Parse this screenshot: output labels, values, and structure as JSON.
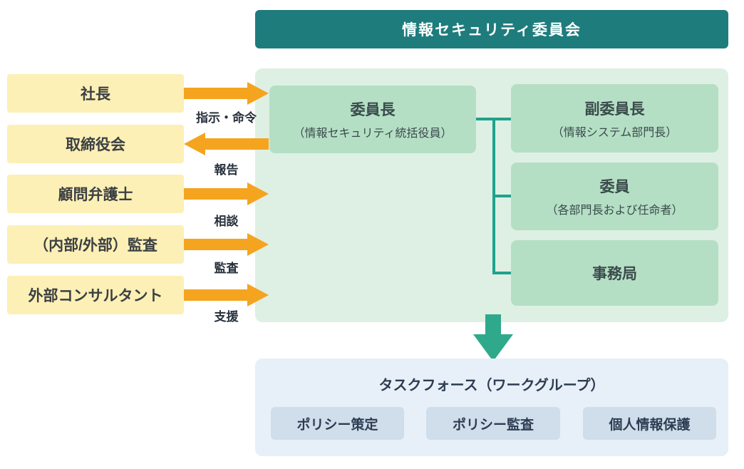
{
  "title": "情報セキュリティ委員会",
  "external_stakeholders": {
    "items": [
      {
        "label": "社長",
        "flow": {
          "direction": "right",
          "label": "指示・命令"
        }
      },
      {
        "label": "取締役会",
        "flow": {
          "direction": "left",
          "label": "報告"
        }
      },
      {
        "label": "顧問弁護士",
        "flow": {
          "direction": "right",
          "label": "相談"
        }
      },
      {
        "label": "（内部/外部）監査",
        "flow": {
          "direction": "right",
          "label": "監査"
        }
      },
      {
        "label": "外部コンサルタント",
        "flow": {
          "direction": "right",
          "label": "支援"
        }
      }
    ]
  },
  "committee": {
    "chair": {
      "title": "委員長",
      "subtitle": "（情報セキュリティ統括役員）"
    },
    "members": [
      {
        "title": "副委員長",
        "subtitle": "（情報システム部門長）"
      },
      {
        "title": "委員",
        "subtitle": "（各部門長および任命者）"
      },
      {
        "title": "事務局",
        "subtitle": ""
      }
    ]
  },
  "taskforce": {
    "title": "タスクフォース（ワークグループ）",
    "groups": [
      "ポリシー策定",
      "ポリシー監査",
      "個人情報保護"
    ]
  },
  "colors": {
    "header_teal": "#1e7c7d",
    "panel_green": "#def0e3",
    "box_green": "#b5dfc5",
    "connector_teal": "#1fa28c",
    "down_arrow_teal": "#2fa98c",
    "box_yellow": "#fcf0b6",
    "arrow_orange": "#f5a41f",
    "panel_blue": "#e7f0f8",
    "box_blue": "#cfdeea",
    "text_navy": "#2d3c52",
    "text_dark": "#394b4b"
  }
}
